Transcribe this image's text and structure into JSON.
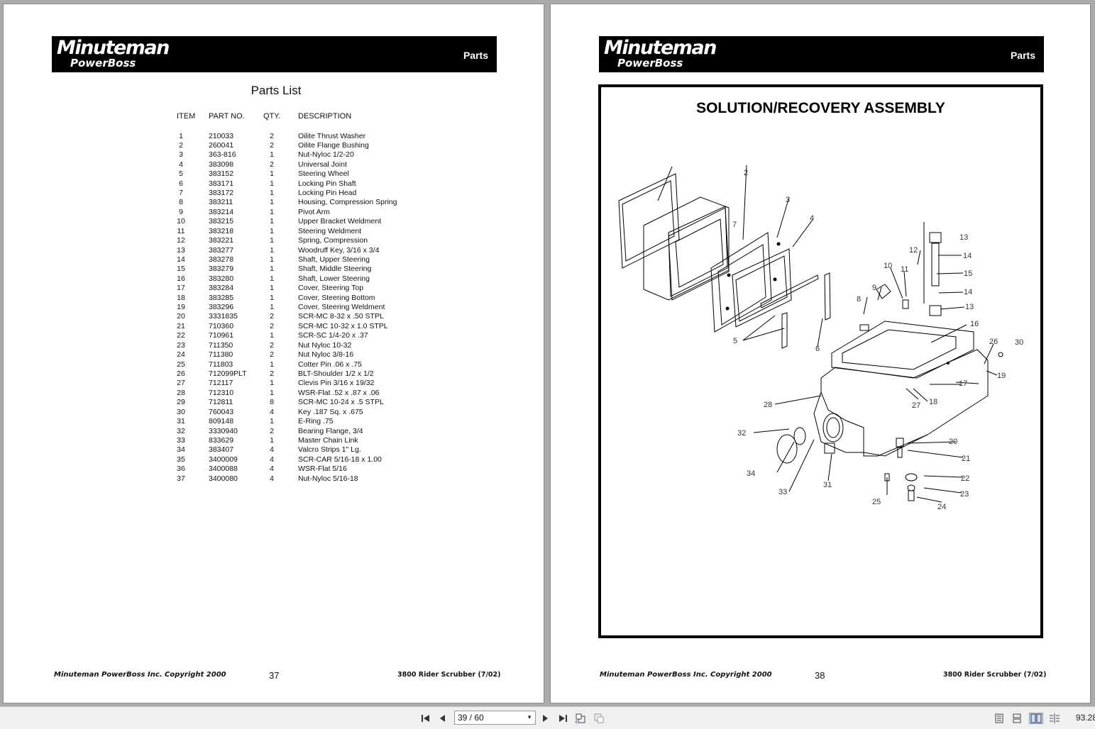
{
  "brand": {
    "name_top": "Minuteman",
    "name_bottom": "PowerBoss"
  },
  "header_section": "Parts",
  "left_page": {
    "title": "Parts List",
    "columns": [
      "ITEM",
      "PART NO.",
      "QTY.",
      "DESCRIPTION"
    ],
    "rows": [
      [
        "1",
        "210033",
        "2",
        "Oilite Thrust Washer"
      ],
      [
        "2",
        "260041",
        "2",
        "Oilite Flange Bushing"
      ],
      [
        "3",
        "363-816",
        "1",
        "Nut-Nyloc 1/2-20"
      ],
      [
        "4",
        "383098",
        "2",
        "Universal Joint"
      ],
      [
        "5",
        "383152",
        "1",
        "Steering Wheel"
      ],
      [
        "6",
        "383171",
        "1",
        "Locking Pin Shaft"
      ],
      [
        "7",
        "383172",
        "1",
        "Locking Pin Head"
      ],
      [
        "8",
        "383211",
        "1",
        "Housing, Compression Spring"
      ],
      [
        "9",
        "383214",
        "1",
        "Pivot Arm"
      ],
      [
        "10",
        "383215",
        "1",
        "Upper Bracket Weldment"
      ],
      [
        "11",
        "383218",
        "1",
        "Steering Weldment"
      ],
      [
        "12",
        "383221",
        "1",
        "Spring, Compression"
      ],
      [
        "13",
        "383277",
        "1",
        "Woodruff Key, 3/16 x 3/4"
      ],
      [
        "14",
        "383278",
        "1",
        "Shaft, Upper Steering"
      ],
      [
        "15",
        "383279",
        "1",
        "Shaft, Middle Steering"
      ],
      [
        "16",
        "383280",
        "1",
        "Shaft, Lower Steering"
      ],
      [
        "17",
        "383284",
        "1",
        "Cover, Steering Top"
      ],
      [
        "18",
        "383285",
        "1",
        "Cover, Steering Bottom"
      ],
      [
        "19",
        "383296",
        "1",
        "Cover, Steering Weldment"
      ],
      [
        "20",
        "3331835",
        "2",
        "SCR-MC 8-32 x .50 STPL"
      ],
      [
        "21",
        "710360",
        "2",
        "SCR-MC 10-32 x 1.0 STPL"
      ],
      [
        "22",
        "710961",
        "1",
        "SCR-SC 1/4-20 x .37"
      ],
      [
        "23",
        "711350",
        "2",
        "Nut Nyloc 10-32"
      ],
      [
        "24",
        "711380",
        "2",
        "Nut Nyloc 3/8-16"
      ],
      [
        "25",
        "711803",
        "1",
        "Cotter Pin .06 x .75"
      ],
      [
        "26",
        "712099PLT",
        "2",
        "BLT-Shoulder 1/2 x 1/2"
      ],
      [
        "27",
        "712117",
        "1",
        "Clevis Pin 3/16 x 19/32"
      ],
      [
        "28",
        "712310",
        "1",
        "WSR-Flat .52 x .87 x .06"
      ],
      [
        "29",
        "712811",
        "8",
        "SCR-MC 10-24 x .5 STPL"
      ],
      [
        "30",
        "760043",
        "4",
        "Key .187 Sq. x .675"
      ],
      [
        "31",
        "809148",
        "1",
        "E-Ring .75"
      ],
      [
        "32",
        "3330940",
        "2",
        "Bearing Flange, 3/4"
      ],
      [
        "33",
        "833629",
        "1",
        "Master Chain Link"
      ],
      [
        "34",
        "383407",
        "4",
        "Valcro Strips 1\" Lg."
      ],
      [
        "35",
        "3400009",
        "4",
        "SCR-CAR 5/16-18 x 1.00"
      ],
      [
        "36",
        "3400088",
        "4",
        "WSR-Flat 5/16"
      ],
      [
        "37",
        "3400080",
        "4",
        "Nut-Nyloc 5/16-18"
      ]
    ],
    "footer_left": "Minuteman PowerBoss Inc. Copyright 2000",
    "page_number": "37",
    "footer_right": "3800 Rider Scrubber (7/02)"
  },
  "right_page": {
    "diagram_title": "SOLUTION/RECOVERY ASSEMBLY",
    "callouts": [
      "2",
      "3",
      "4",
      "7",
      "5",
      "6",
      "8",
      "9",
      "10",
      "11",
      "12",
      "13",
      "14",
      "15",
      "14",
      "13",
      "16",
      "26",
      "30",
      "19",
      "17",
      "18",
      "27",
      "28",
      "32",
      "20",
      "21",
      "22",
      "23",
      "24",
      "25",
      "31",
      "33",
      "34"
    ],
    "footer_left": "Minuteman PowerBoss Inc. Copyright 2000",
    "page_number": "38",
    "footer_right": "3800 Rider Scrubber (7/02)"
  },
  "toolbar": {
    "page_indicator": "39 / 60",
    "zoom": "93.28"
  }
}
